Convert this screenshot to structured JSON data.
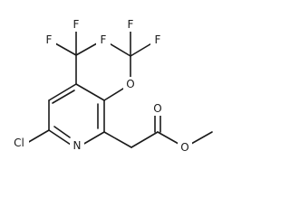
{
  "atom_labels": {
    "f_top_left": "F",
    "f_top_mid": "F",
    "f_mid_left": "F",
    "f_top_right_a": "F",
    "f_top_right_b": "F",
    "f_right": "F",
    "o_ether": "O",
    "o_carbonyl": "O",
    "o_ester": "O",
    "n_ring": "N",
    "cl": "Cl"
  }
}
